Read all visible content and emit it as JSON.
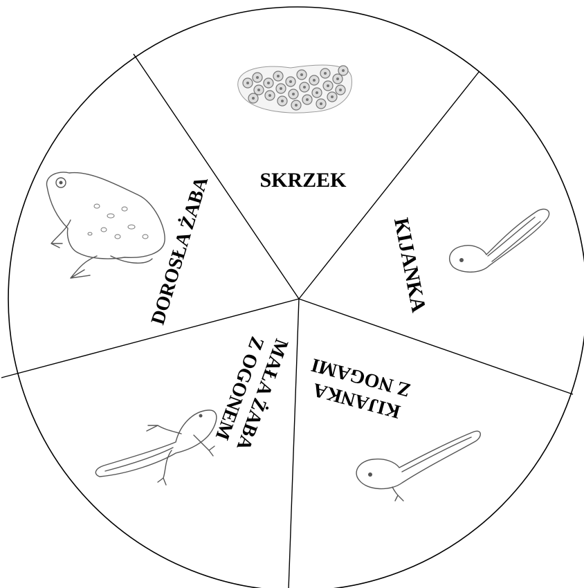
{
  "wheel": {
    "segments": [
      {
        "id": "spawn",
        "lines": [
          "SKRZEK"
        ],
        "icon": "frog-spawn-icon"
      },
      {
        "id": "tadpole",
        "lines": [
          "KIJANKA"
        ],
        "icon": "tadpole-icon"
      },
      {
        "id": "tadpole-legs",
        "lines": [
          "KIJANKA",
          "Z NOGAMI"
        ],
        "icon": "tadpole-with-legs-icon"
      },
      {
        "id": "froglet",
        "lines": [
          "MAŁA ŻABA",
          "Z OGONEM"
        ],
        "icon": "froglet-with-tail-icon"
      },
      {
        "id": "adult",
        "lines": [
          "DOROSŁA ŻABA"
        ],
        "icon": "adult-frog-icon"
      }
    ],
    "colors": {
      "line": "#000000",
      "background": "#ffffff",
      "drawing": "#555555"
    }
  }
}
